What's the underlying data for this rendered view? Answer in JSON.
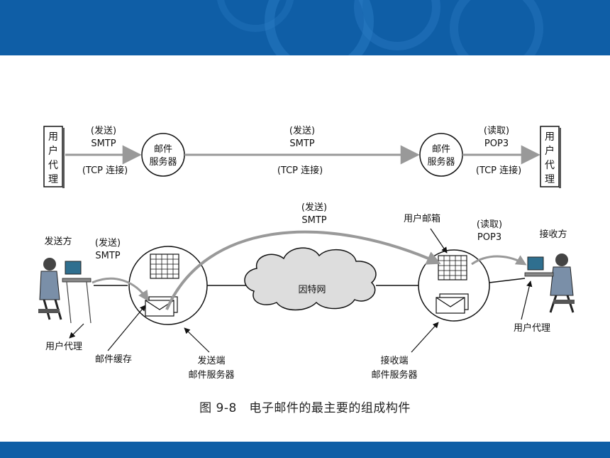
{
  "top_panel": {
    "user_agent_left": [
      "用",
      "户",
      "代",
      "理"
    ],
    "user_agent_right": [
      "用",
      "户",
      "代",
      "理"
    ],
    "mail_server_left": [
      "邮件",
      "服务器"
    ],
    "mail_server_right": [
      "邮件",
      "服务器"
    ],
    "link1": {
      "top": "(发送)",
      "protocol": "SMTP",
      "bottom": "(TCP 连接)"
    },
    "link2": {
      "top": "(发送)",
      "protocol": "SMTP",
      "bottom": "(TCP 连接)"
    },
    "link3": {
      "top": "(读取)",
      "protocol": "POP3",
      "bottom": "(TCP 连接)"
    }
  },
  "bottom_panel": {
    "sender": "发送方",
    "receiver": "接收方",
    "send_left": {
      "top": "(发送)",
      "protocol": "SMTP"
    },
    "send_center": {
      "top": "(发送)",
      "protocol": "SMTP"
    },
    "read_right": {
      "top": "(读取)",
      "protocol": "POP3"
    },
    "internet": "因特网",
    "user_mailbox": "用户邮箱",
    "user_agent_left": "用户代理",
    "user_agent_right": "用户代理",
    "mail_cache": "邮件缓存",
    "sending_server": [
      "发送端",
      "邮件服务器"
    ],
    "receiving_server": [
      "接收端",
      "邮件服务器"
    ]
  },
  "caption": "图 9-8　电子邮件的最主要的组成构件",
  "colors": {
    "banner": "#0f5ea6",
    "ink": "#111111",
    "cloud": "#dddddd",
    "figure_bg": "#ffffff"
  }
}
